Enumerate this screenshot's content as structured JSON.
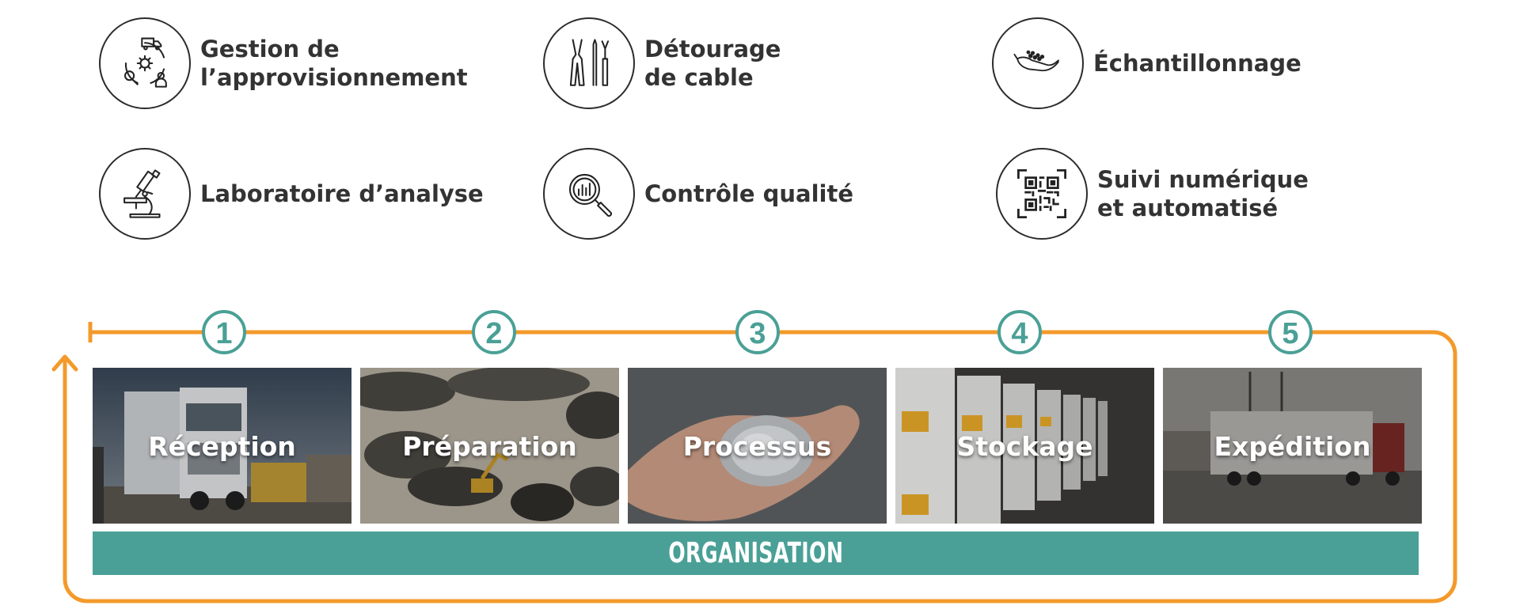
{
  "colors": {
    "accent_orange": "#F39A2B",
    "teal": "#4AA096",
    "text_dark": "#333333"
  },
  "features": [
    {
      "icon": "supply-chain-icon",
      "label": "Gestion de\nl’approvisionnement"
    },
    {
      "icon": "cable-stripping-tools-icon",
      "label": "Détourage\nde cable"
    },
    {
      "icon": "hand-sample-icon",
      "label": "Échantillonnage"
    },
    {
      "icon": "microscope-icon",
      "label": "Laboratoire d’analyse"
    },
    {
      "icon": "magnifier-chart-icon",
      "label": "Contrôle qualité"
    },
    {
      "icon": "qr-code-icon",
      "label": "Suivi numérique\net automatisé"
    }
  ],
  "process": {
    "steps": [
      {
        "number": "1",
        "label": "Réception"
      },
      {
        "number": "2",
        "label": "Préparation"
      },
      {
        "number": "3",
        "label": "Processus"
      },
      {
        "number": "4",
        "label": "Stockage"
      },
      {
        "number": "5",
        "label": "Expédition"
      }
    ],
    "organisation_label": "ORGANISATION"
  }
}
